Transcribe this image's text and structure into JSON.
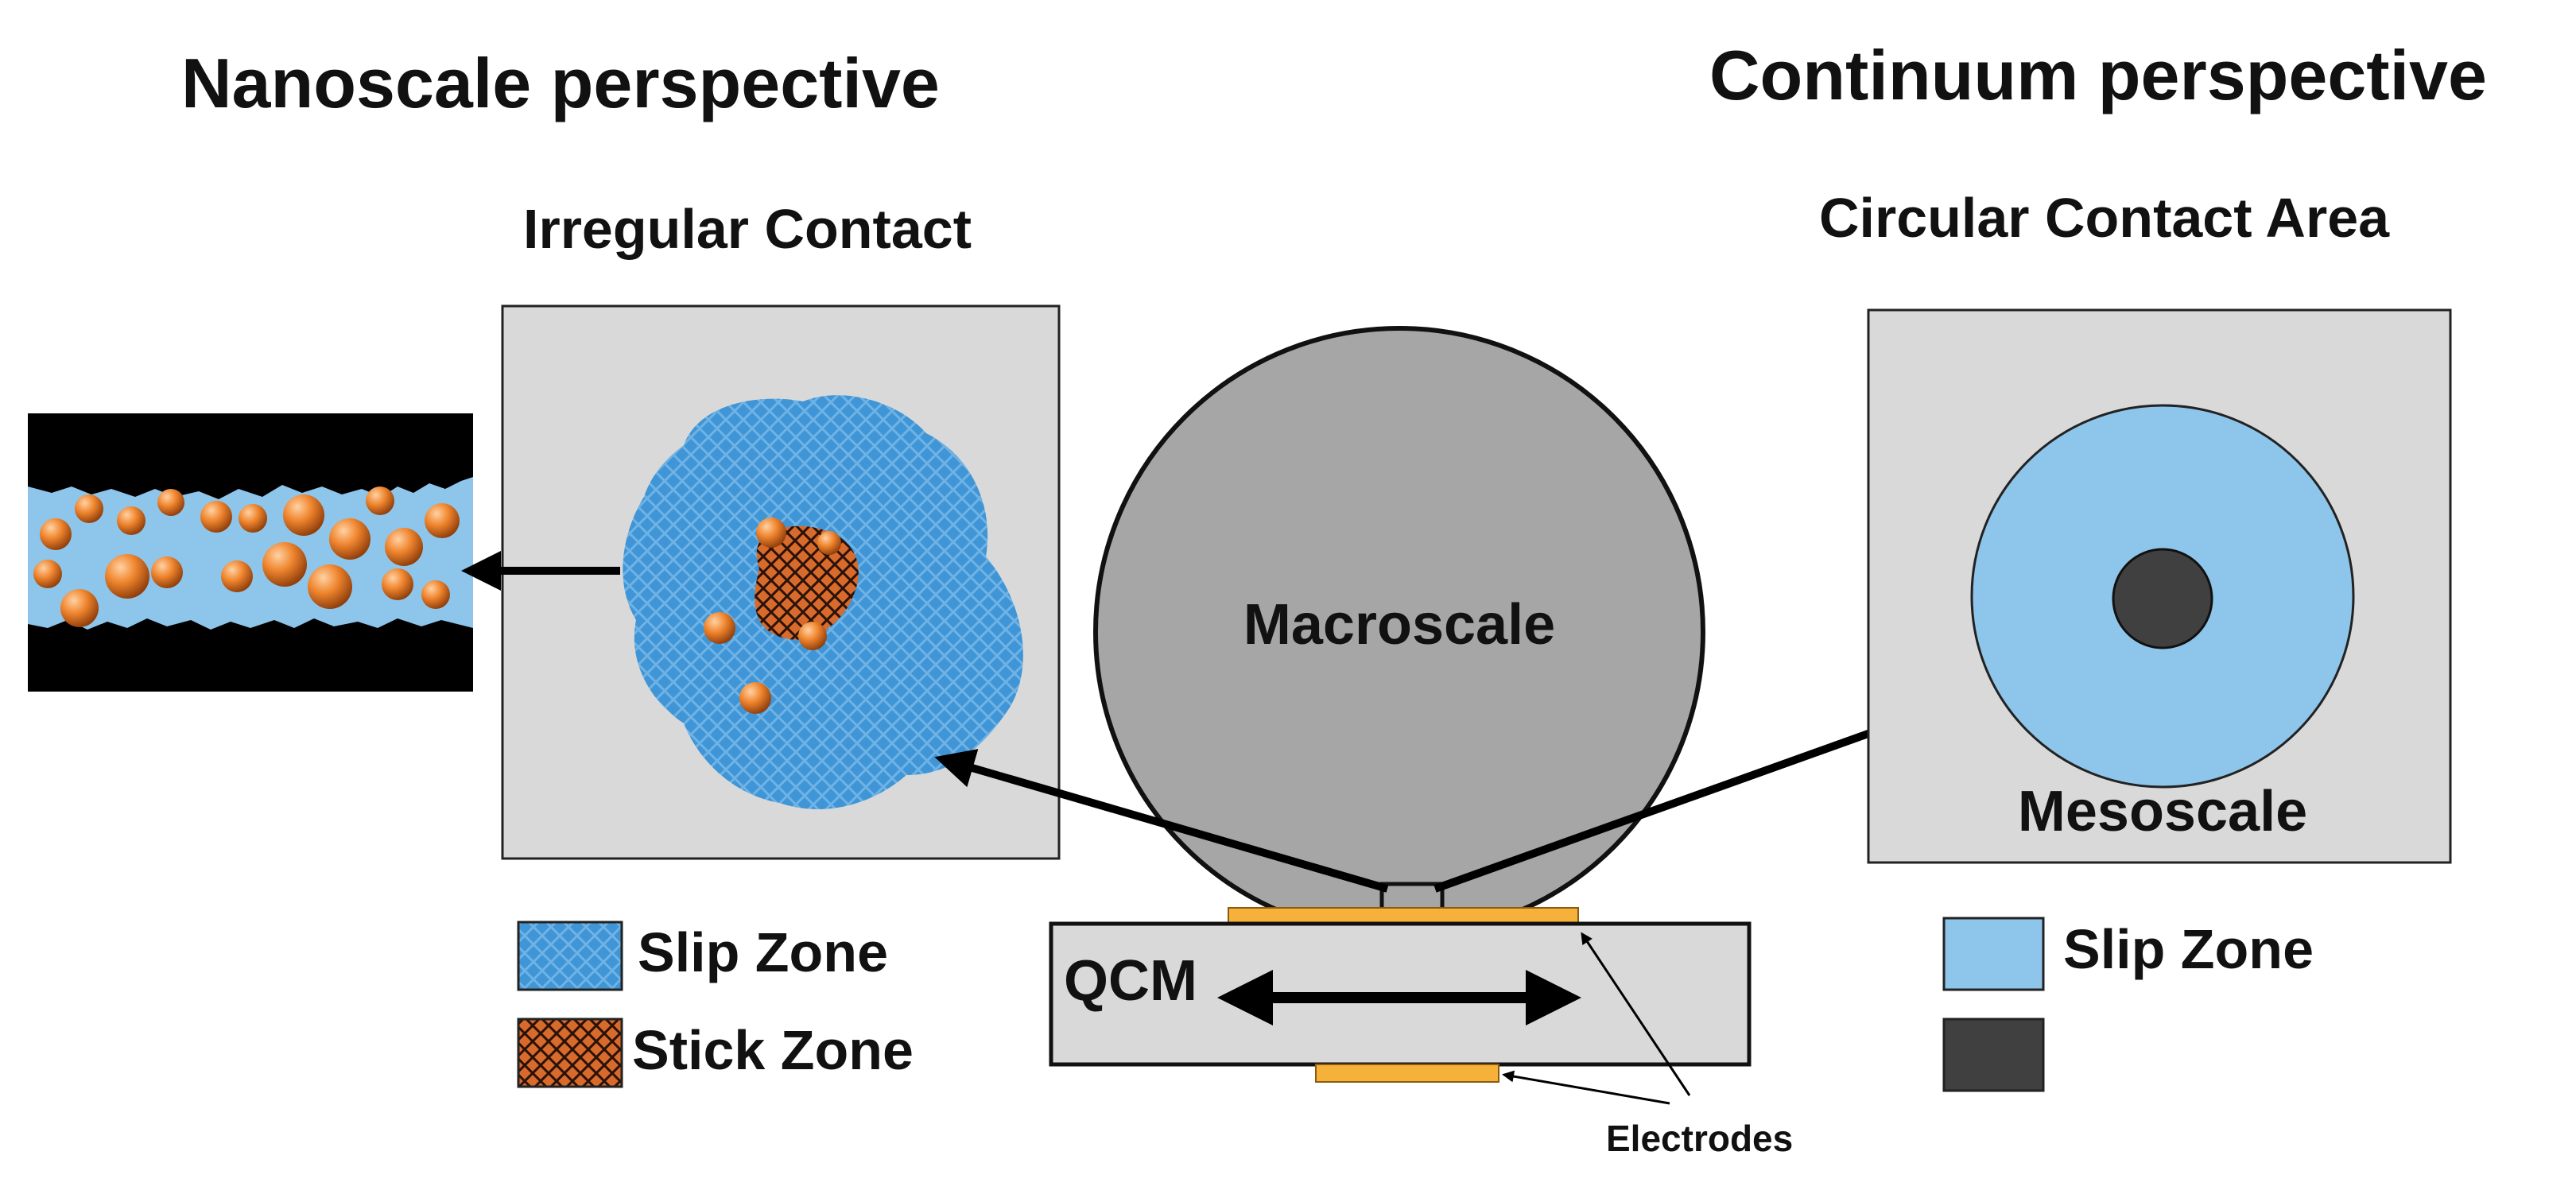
{
  "diagram": {
    "nanoscale_title": "Nanoscale perspective",
    "continuum_title": "Continuum perspective",
    "irregular_contact_label": "Irregular Contact",
    "circular_contact_label": "Circular Contact Area",
    "macroscale_label": "Macroscale",
    "mesoscale_label": "Mesoscale",
    "qcm_label": "QCM",
    "electrodes_label": "Electrodes",
    "legend_left": [
      {
        "label": "Slip Zone",
        "pattern": "slip-pattern"
      },
      {
        "label": "Stick Zone",
        "pattern": "stick-pattern"
      }
    ],
    "legend_right": [
      {
        "label": "Slip Zone",
        "color": "#8ec5ea"
      },
      {
        "label": "",
        "color": "#404040"
      }
    ]
  },
  "colors": {
    "panel_gray": "#d9d9d9",
    "sphere_gray": "#a6a6a6",
    "slip_blue": "#3f95d6",
    "light_blue": "#8ec5ea",
    "stick_orange": "#d86a2c",
    "electrode_orange": "#f6b13b",
    "dark_core": "#404040"
  }
}
